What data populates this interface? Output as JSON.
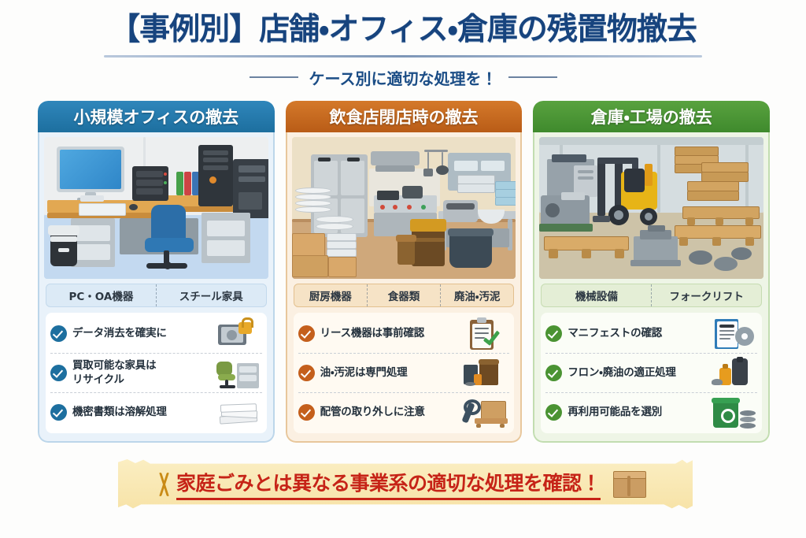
{
  "header": {
    "title": "【事例別】店舗・オフィス・倉庫の残置物撤去",
    "subtitle": "ケース別に適切な処理を！"
  },
  "panels": [
    {
      "id": "small-office",
      "heading": "小規模オフィスの撤去",
      "accent": "#1d6f9f",
      "illustration": "office-desk-pc-servers-chair",
      "tags": [
        "PC・OA機器",
        "スチール家具"
      ],
      "checks": [
        {
          "text": "データ消去を確実に",
          "icon": "hard-disk-lock-icon"
        },
        {
          "text": "買取可能な家具は\nリサイクル",
          "icon": "office-chair-cabinet-icon"
        },
        {
          "text": "機密書類は溶解処理",
          "icon": "paper-stack-icon"
        }
      ]
    },
    {
      "id": "restaurant-closing",
      "heading": "飲食店閉店時の撤去",
      "accent": "#b95c17",
      "illustration": "commercial-kitchen-fridge-stove-dishes",
      "tags": [
        "厨房機器",
        "食器類",
        "廃油・汚泥"
      ],
      "checks": [
        {
          "text": "リース機器は事前確認",
          "icon": "clipboard-check-icon"
        },
        {
          "text": "油・汚泥は専門処理",
          "icon": "oil-drums-icon"
        },
        {
          "text": "配管の取り外しに注意",
          "icon": "wrench-crate-icon"
        }
      ]
    },
    {
      "id": "warehouse-factory",
      "heading": "倉庫・工場の撤去",
      "accent": "#3f8a2d",
      "illustration": "warehouse-forklift-pallets-machinery",
      "tags": [
        "機械設備",
        "フォークリフト"
      ],
      "checks": [
        {
          "text": "マニフェストの確認",
          "icon": "document-gear-icon"
        },
        {
          "text": "フロン・廃油の適正処理",
          "icon": "oil-bottles-icon"
        },
        {
          "text": "再利用可能品を選別",
          "icon": "recycle-bin-icon"
        }
      ]
    }
  ],
  "banner": {
    "text": "家庭ごみとは異なる事業系の適切な処理を確認！",
    "icon": "cardboard-box-icon",
    "text_color": "#c62317",
    "background_color": "#f7e3a8"
  }
}
